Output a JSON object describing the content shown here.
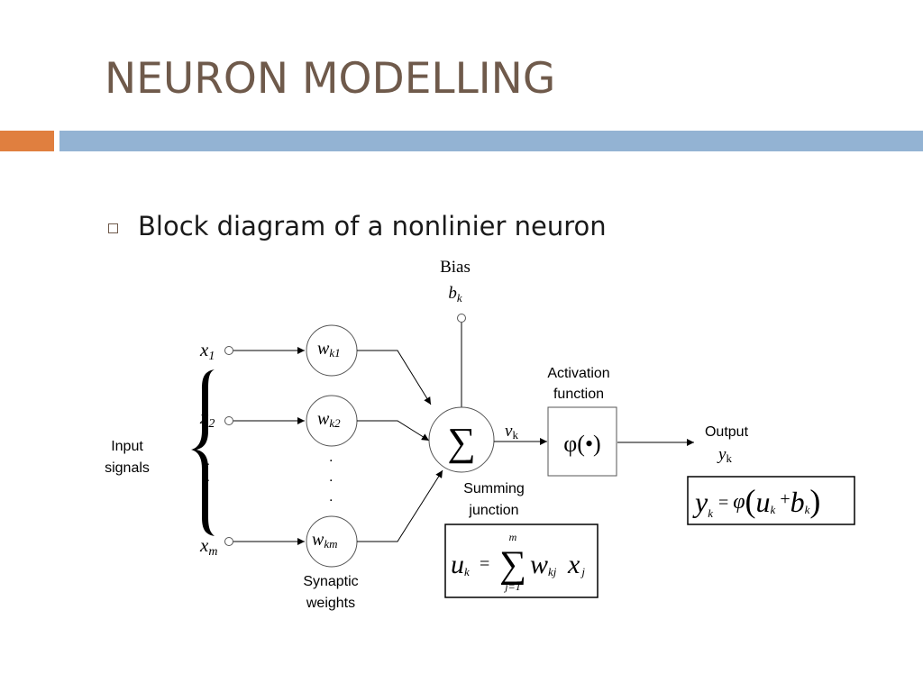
{
  "slide": {
    "title": "NEURON MODELLING",
    "bullet": "Block diagram of a nonlinier neuron"
  },
  "colors": {
    "title": "#6f5a4b",
    "accent_orange": "#e07f3f",
    "accent_blue": "#93b3d3"
  },
  "diagram": {
    "bias_label": "Bias",
    "bias_symbol": "b",
    "bias_sub": "k",
    "inputs": [
      {
        "var": "x",
        "sub": "1"
      },
      {
        "var": "x",
        "sub": "2"
      },
      {
        "var": "x",
        "sub": "m"
      }
    ],
    "weights": [
      {
        "var": "w",
        "sub": "k1"
      },
      {
        "var": "w",
        "sub": "k2"
      },
      {
        "var": "w",
        "sub": "km"
      }
    ],
    "ellipsis_dot": ".",
    "input_signals_label": [
      "Input",
      "signals"
    ],
    "synaptic_weights_label": [
      "Synaptic",
      "weights"
    ],
    "sum_symbol": "∑",
    "summing_label": [
      "Summing",
      "junction"
    ],
    "v_symbol": "v",
    "v_sub": "k",
    "activation_label": [
      "Activation",
      "function"
    ],
    "activation_symbol": "φ(•)",
    "output_label": "Output",
    "output_symbol": "y",
    "output_sub": "k",
    "eq_output": {
      "y": "y",
      "y_sub": "k",
      "eq": "=",
      "phi": "φ",
      "lp": "(",
      "u": "u",
      "u_sub": "k",
      "plus": "+",
      "b": "b",
      "b_sub": "k",
      "rp": ")"
    },
    "eq_sum": {
      "u": "u",
      "u_sub": "k",
      "eq": "=",
      "upper": "m",
      "sigma": "∑",
      "lower": "j=1",
      "w": "w",
      "w_sub": "kj",
      "x": "x",
      "x_sub": "j"
    }
  }
}
